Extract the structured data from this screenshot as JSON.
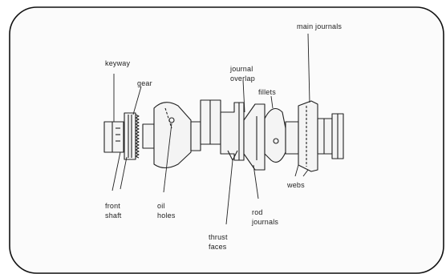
{
  "diagram": {
    "labels": {
      "keyway": "keyway",
      "gear": "gear",
      "front_shaft": [
        "front",
        "shaft"
      ],
      "oil_holes": [
        "oil",
        "holes"
      ],
      "thrust_faces": [
        "thrust",
        "faces"
      ],
      "journal_overlap": [
        "journal",
        "overlap"
      ],
      "fillets": "fillets",
      "rod_journals": [
        "rod",
        "journals"
      ],
      "webs": "webs",
      "main_journals": "main journals"
    },
    "colors": {
      "frame_fill": "#fbfbfb",
      "frame_stroke": "#111111",
      "ink": "#222222",
      "shaft_fill": "#f4f4f4"
    },
    "subject": "crankshaft-cutaway"
  }
}
